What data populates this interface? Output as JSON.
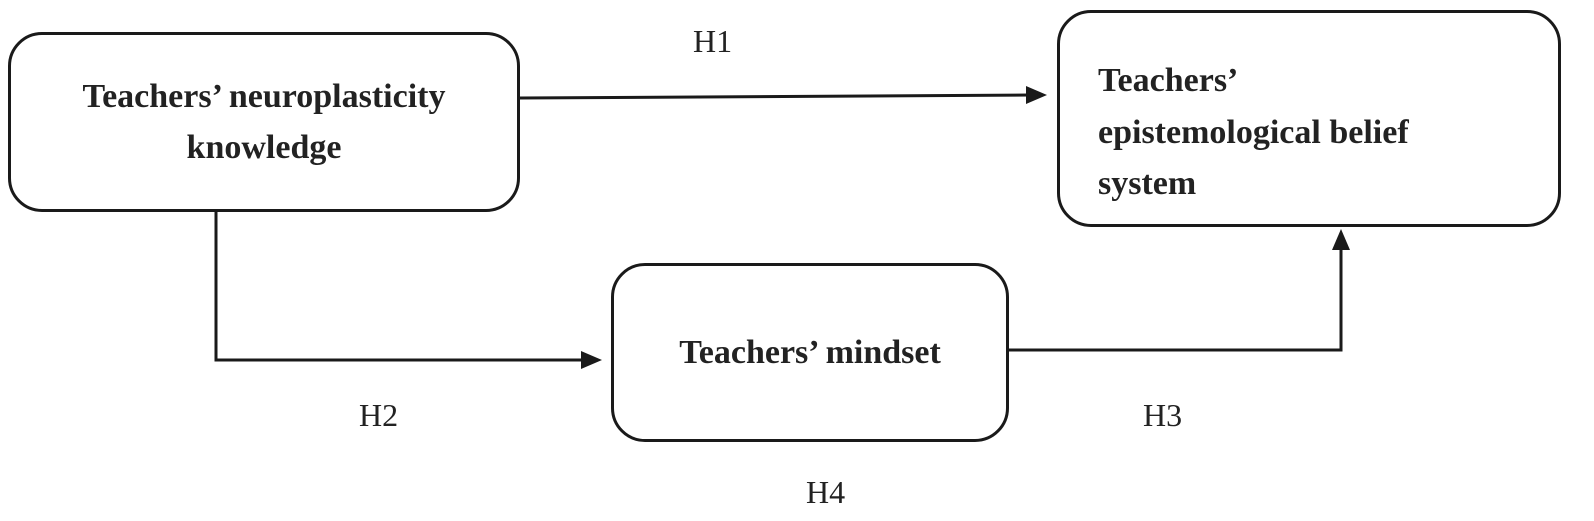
{
  "nodes": {
    "neuroplasticity": {
      "label": "Teachers’ neuroplasticity\nknowledge"
    },
    "epistemological": {
      "label": "Teachers’\nepistemological belief\nsystem"
    },
    "mindset": {
      "label": "Teachers’ mindset"
    }
  },
  "edges": [
    {
      "from": "neuroplasticity",
      "to": "epistemological",
      "label": "H1"
    },
    {
      "from": "neuroplasticity",
      "to": "mindset",
      "label": "H2"
    },
    {
      "from": "mindset",
      "to": "epistemological",
      "label": "H3"
    }
  ],
  "mediation_label": "H4"
}
